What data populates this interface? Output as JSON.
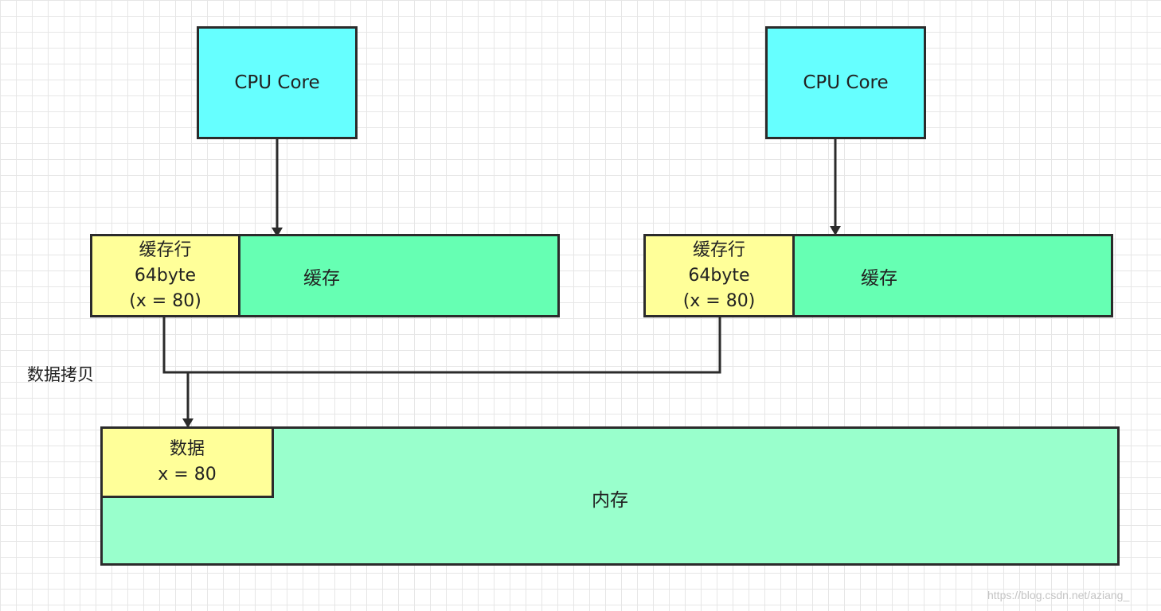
{
  "diagram": {
    "left": {
      "cpu_label": "CPU Core",
      "cache_line": [
        "缓存行",
        "64byte",
        "(x = 80)"
      ],
      "cache_label": "缓存"
    },
    "right": {
      "cpu_label": "CPU Core",
      "cache_line": [
        "缓存行",
        "64byte",
        "(x = 80)"
      ],
      "cache_label": "缓存"
    },
    "copy_label": "数据拷贝",
    "memory": {
      "label": "内存",
      "data_block": [
        "数据",
        "x = 80"
      ]
    },
    "watermark": "https://blog.csdn.net/aziang_",
    "colors": {
      "cpu": "#66ffff",
      "cache": "#66ffb3",
      "cache_line": "#ffff99",
      "memory": "#99ffcc",
      "stroke": "#2b2b2b"
    }
  }
}
